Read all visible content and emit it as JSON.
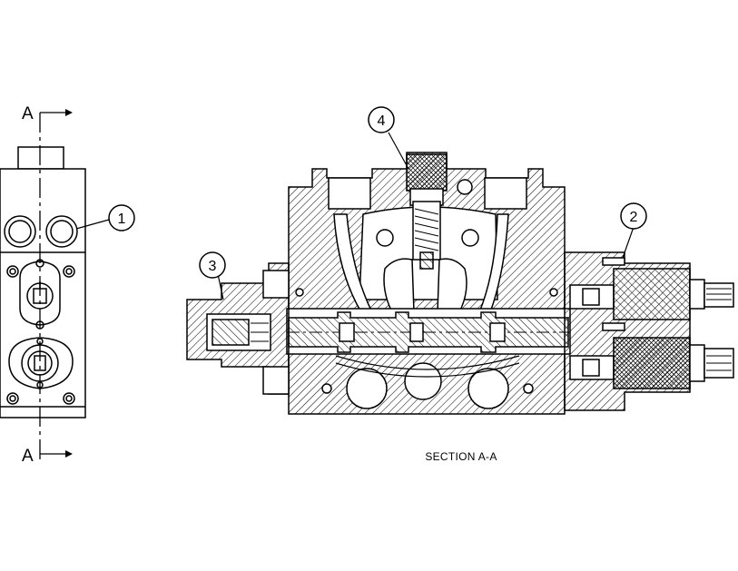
{
  "section_markers": {
    "top": "A",
    "bottom": "A"
  },
  "section_title": "SECTION A-A",
  "callouts": [
    "1",
    "2",
    "3",
    "4"
  ],
  "colors": {
    "ink": "#000000",
    "paper": "#ffffff"
  }
}
